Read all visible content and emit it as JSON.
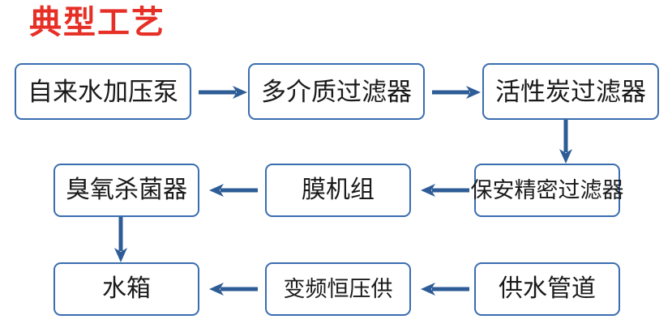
{
  "title": "典型工艺",
  "colors": {
    "title": "#e63027",
    "box_border": "#3a6db0",
    "box_fill": "#ffffff",
    "arrow": "#2e5c96",
    "text": "#1a1a1a",
    "background": "#ffffff"
  },
  "diagram": {
    "type": "flowchart",
    "direction": "serpentine",
    "rows": 3,
    "nodes": [
      {
        "id": "n1",
        "label": "自来水加压泵",
        "row": 1,
        "col": 1
      },
      {
        "id": "n2",
        "label": "多介质过滤器",
        "row": 1,
        "col": 2
      },
      {
        "id": "n3",
        "label": "活性炭过滤器",
        "row": 1,
        "col": 3
      },
      {
        "id": "n4",
        "label": "保安精密过滤器",
        "row": 2,
        "col": 3
      },
      {
        "id": "n5",
        "label": "膜机组",
        "row": 2,
        "col": 2
      },
      {
        "id": "n6",
        "label": "臭氧杀菌器",
        "row": 2,
        "col": 1
      },
      {
        "id": "n7",
        "label": "水箱",
        "row": 3,
        "col": 1
      },
      {
        "id": "n8",
        "label": "变频恒压供",
        "row": 3,
        "col": 2
      },
      {
        "id": "n9",
        "label": "供水管道",
        "row": 3,
        "col": 3
      }
    ],
    "edges": [
      {
        "from": "n1",
        "to": "n2",
        "direction": "right"
      },
      {
        "from": "n2",
        "to": "n3",
        "direction": "right"
      },
      {
        "from": "n3",
        "to": "n4",
        "direction": "down"
      },
      {
        "from": "n4",
        "to": "n5",
        "direction": "left"
      },
      {
        "from": "n5",
        "to": "n6",
        "direction": "left"
      },
      {
        "from": "n6",
        "to": "n7",
        "direction": "down"
      },
      {
        "from": "n9",
        "to": "n8",
        "direction": "left"
      },
      {
        "from": "n8",
        "to": "n7",
        "direction": "left"
      }
    ]
  }
}
